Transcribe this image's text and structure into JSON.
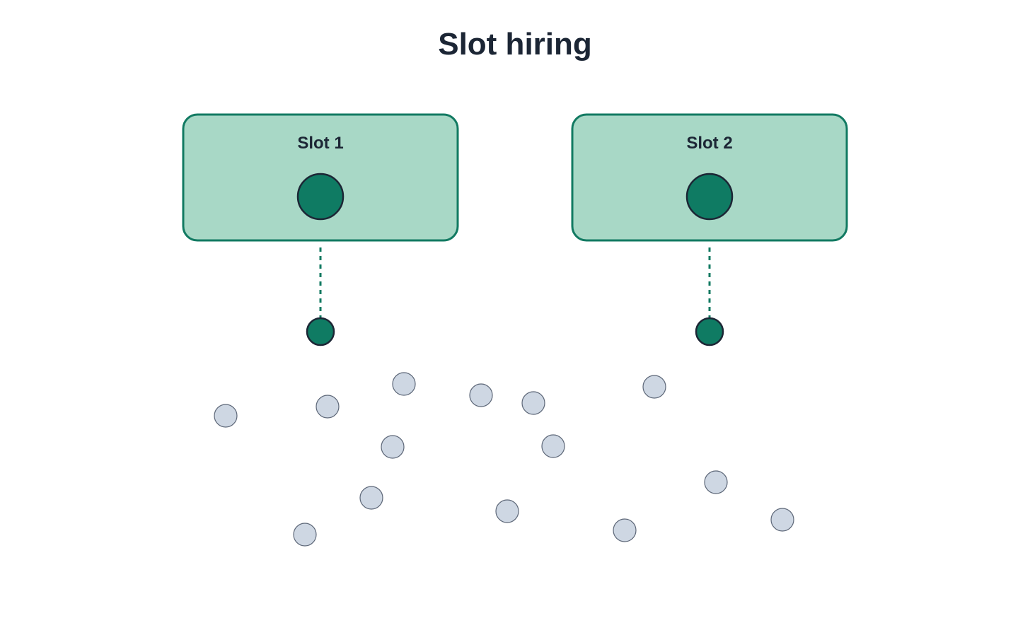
{
  "title": "Slot hiring",
  "slots": [
    {
      "label": "Slot 1"
    },
    {
      "label": "Slot 2"
    }
  ],
  "colors": {
    "slot_fill": "#a8d8c6",
    "slot_border": "#127a62",
    "filled_node": "#0f7b63",
    "node_outline": "#1c2635",
    "candidate_fill": "#ced7e3",
    "candidate_outline": "#5c6677",
    "connector": "#127a62",
    "text": "#1c2635"
  }
}
